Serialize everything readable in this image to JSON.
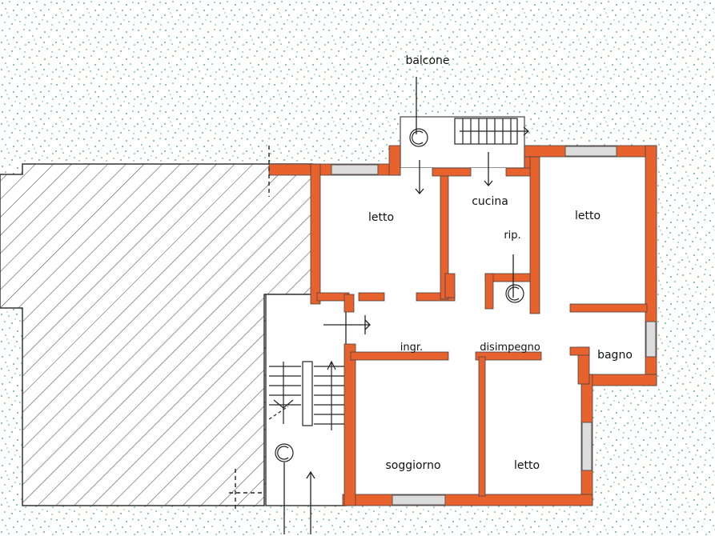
{
  "rooms": {
    "balcone": "balcone",
    "letto_left": "letto",
    "cucina": "cucina",
    "letto_right": "letto",
    "rip": "rip.",
    "ingr": "ingr.",
    "disimpegno": "disimpegno",
    "bagno": "bagno",
    "soggiorno": "soggiorno",
    "letto_bottom": "letto"
  },
  "colors": {
    "wall": "#e8622e",
    "wall_stroke": "#444444",
    "grass_dot": "#3f9a5a",
    "hatch": "#555555",
    "floor": "#ffffff",
    "window": "#dcdcdc"
  },
  "icons": {
    "flue": "circle-c-icon",
    "door_arrow": "arrow-icon",
    "stairs": "stairs-icon"
  }
}
